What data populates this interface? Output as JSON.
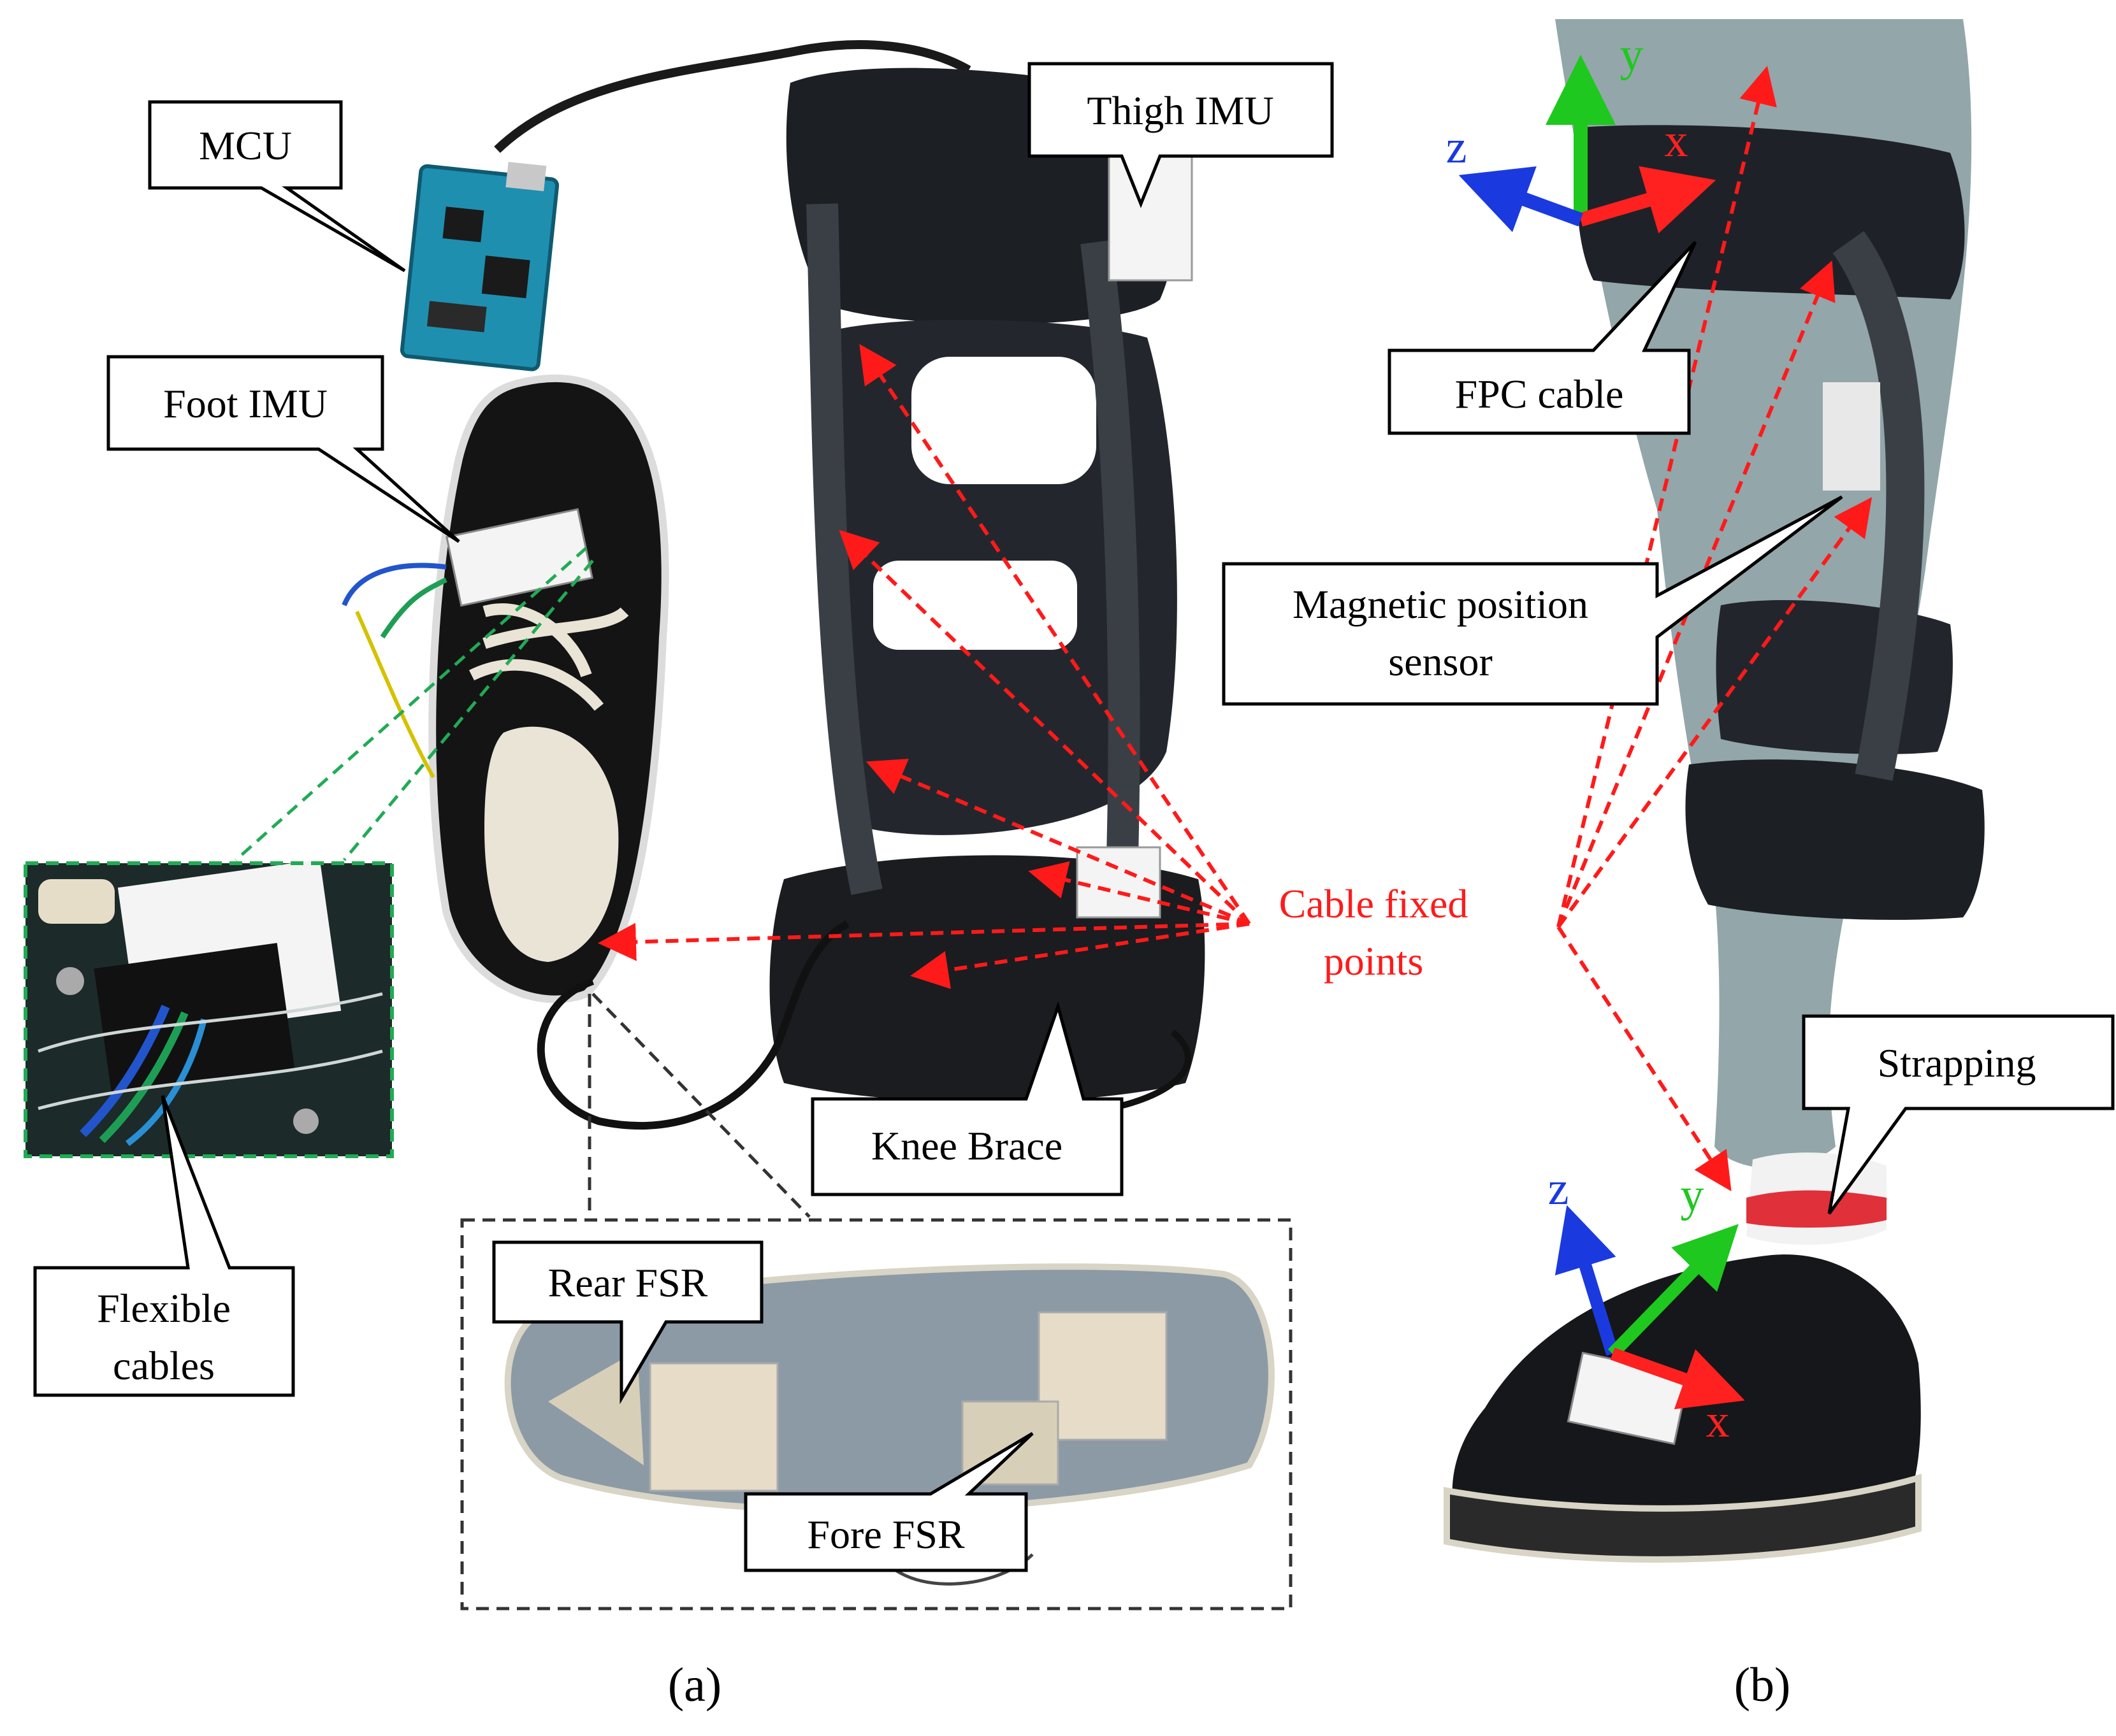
{
  "figure": {
    "panel_a": {
      "caption": "(a)",
      "callouts": {
        "mcu": "MCU",
        "thigh_imu": "Thigh IMU",
        "foot_imu": "Foot IMU",
        "knee_brace": "Knee Brace",
        "flexible_cables": [
          "Flexible",
          "cables"
        ],
        "rear_fsr": "Rear FSR",
        "fore_fsr": "Fore FSR",
        "cable_fixed_points": [
          "Cable fixed",
          "points"
        ]
      }
    },
    "panel_b": {
      "caption": "(b)",
      "callouts": {
        "fpc_cable": "FPC cable",
        "magnetic_sensor": [
          "Magnetic position",
          "sensor"
        ],
        "strapping": "Strapping"
      },
      "thigh_axes": {
        "x": "x",
        "y": "y",
        "z": "z"
      },
      "foot_axes": {
        "x": "x",
        "y": "y",
        "z": "z"
      }
    },
    "colors": {
      "axis_x": "#ff2020",
      "axis_y": "#1ec81e",
      "axis_z": "#1a3ae0",
      "fixed_point_arrows": "#ff1a1a",
      "inset_border": "#22aa55",
      "fsr_box_border": "#333333"
    }
  }
}
